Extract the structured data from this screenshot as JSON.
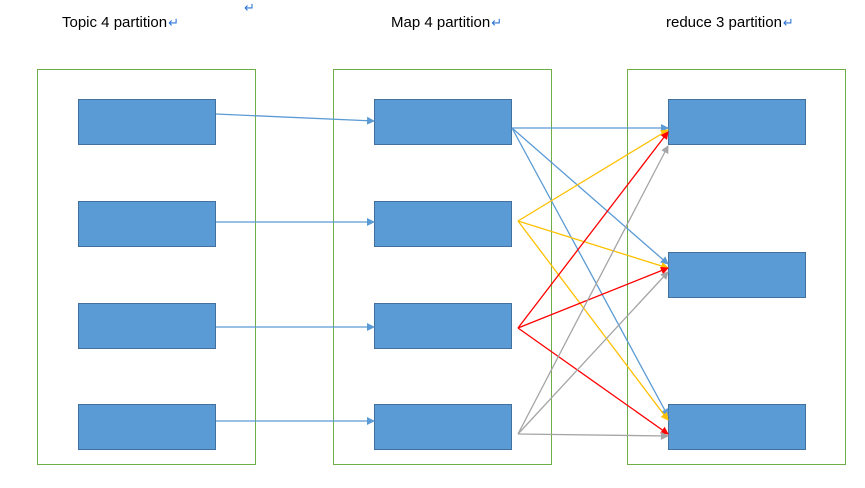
{
  "titles": {
    "topic": "Topic 4 partition",
    "map": "Map 4 partition",
    "reduce": "reduce 3 partition"
  },
  "return_mark": "↵",
  "counts": {
    "topic": 4,
    "map": 4,
    "reduce": 3
  },
  "colors": {
    "group_border": "#70ad47",
    "partition_fill": "#5b9bd5",
    "partition_border": "#41719c",
    "topic_to_map": "#5b9bd5",
    "map1_edges": "#5b9bd5",
    "map2_edges": "#ffc000",
    "map3_edges": "#ff0000",
    "map4_edges": "#a5a5a5"
  }
}
